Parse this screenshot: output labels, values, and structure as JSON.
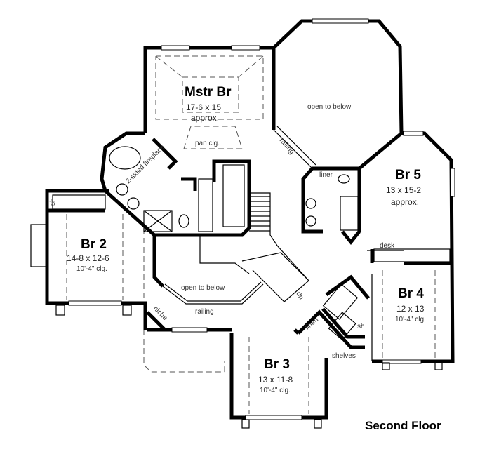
{
  "title": "Second Floor",
  "rooms": {
    "mstr": {
      "name": "Mstr Br",
      "size": "17-6 x 15",
      "note": "approx.",
      "ceiling": "pan clg."
    },
    "br5": {
      "name": "Br 5",
      "size": "13 x 15-2",
      "note": "approx."
    },
    "br4": {
      "name": "Br 4",
      "size": "12 x 13",
      "ceiling": "10'-4\" clg."
    },
    "br3": {
      "name": "Br 3",
      "size": "13 x 11-8",
      "ceiling": "10'-4\" clg."
    },
    "br2": {
      "name": "Br 2",
      "size": "14-8 x 12-6",
      "ceiling": "10'-4\" clg."
    }
  },
  "labels": {
    "open_to_below_top": "open to below",
    "open_to_below_center": "open to below",
    "railing_top": "railing",
    "railing_center": "railing",
    "fireplace": "2-sided fireplace",
    "liner": "liner",
    "desk": "desk",
    "linen": "linen",
    "sh_br4": "sh",
    "sh_br2": "sh",
    "shelves": "shelves",
    "niche": "niche",
    "dn": "dn"
  }
}
